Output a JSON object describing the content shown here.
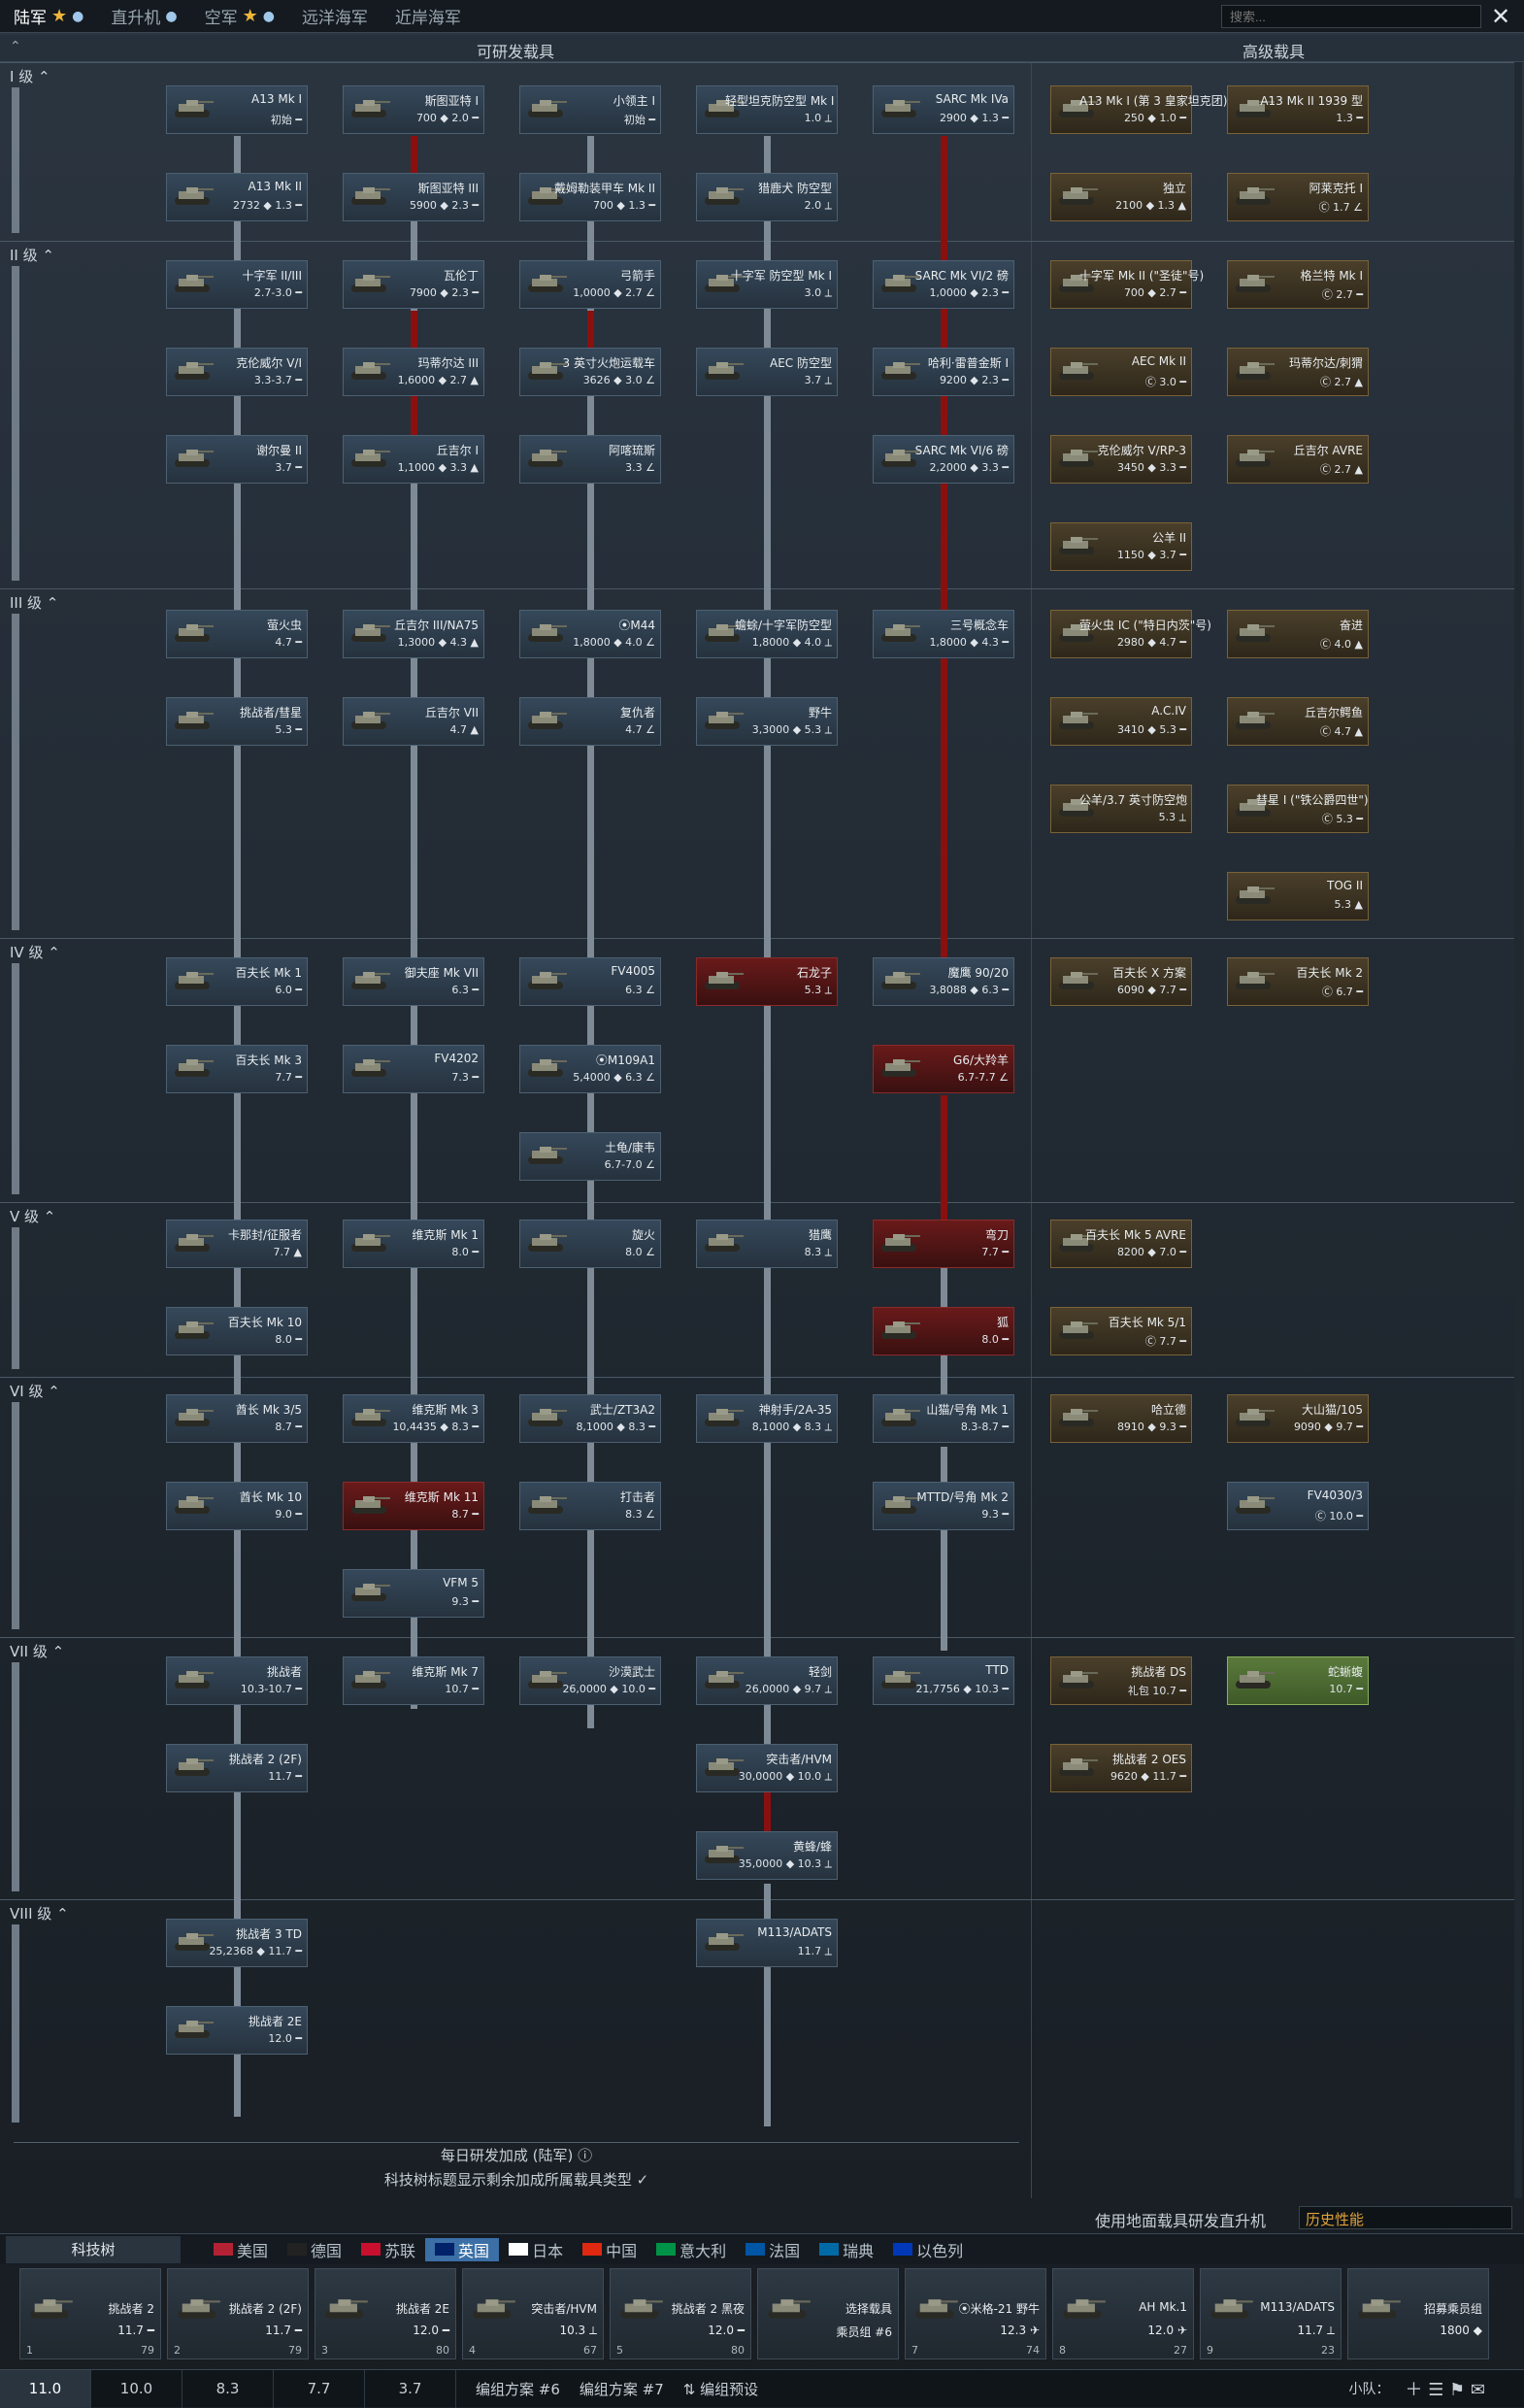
{
  "topnav": {
    "tabs": [
      "陆军",
      "直升机",
      "空军",
      "远洋海军",
      "近岸海军"
    ],
    "active": 0
  },
  "search": {
    "placeholder": "搜索..."
  },
  "headers": {
    "research": "可研发载具",
    "premium": "高级载具"
  },
  "ranks": [
    {
      "label": "I 级"
    },
    {
      "label": "II 级"
    },
    {
      "label": "III 级"
    },
    {
      "label": "IV 级"
    },
    {
      "label": "V 级"
    },
    {
      "label": "VI 级"
    },
    {
      "label": "VII 级"
    },
    {
      "label": "VIII 级"
    }
  ],
  "cards": [
    {
      "name": "A13 Mk I",
      "stats": "初始 ━",
      "type": "normal"
    },
    {
      "name": "斯图亚特 I",
      "stats": "700 ◆ 2.0 ━",
      "type": "normal"
    },
    {
      "name": "小领主 I",
      "stats": "初始 ━",
      "type": "normal"
    },
    {
      "name": "轻型坦克防空型 Mk I",
      "stats": "1.0 ⟂",
      "type": "normal"
    },
    {
      "name": "SARC Mk IVa",
      "stats": "2900 ◆ 1.3 ━",
      "type": "normal"
    },
    {
      "name": "A13 Mk II",
      "stats": "2732 ◆ 1.3 ━",
      "type": "normal"
    },
    {
      "name": "斯图亚特 III",
      "stats": "5900 ◆ 2.3 ━",
      "type": "normal"
    },
    {
      "name": "戴姆勒装甲车 Mk II",
      "stats": "700 ◆ 1.3 ━",
      "type": "normal"
    },
    {
      "name": "猎鹿犬 防空型",
      "stats": "2.0 ⟂",
      "type": "normal"
    },
    {
      "name": "十字军 II/III",
      "stats": "2.7-3.0 ━",
      "type": "normal"
    },
    {
      "name": "瓦伦丁",
      "stats": "7900 ◆ 2.3 ━",
      "type": "normal"
    },
    {
      "name": "弓箭手",
      "stats": "1,0000 ◆ 2.7 ∠",
      "type": "normal"
    },
    {
      "name": "十字军 防空型 Mk I",
      "stats": "3.0 ⟂",
      "type": "normal"
    },
    {
      "name": "SARC Mk VI/2 磅",
      "stats": "1,0000 ◆ 2.3 ━",
      "type": "normal"
    },
    {
      "name": "克伦威尔 V/I",
      "stats": "3.3-3.7 ━",
      "type": "normal"
    },
    {
      "name": "玛蒂尔达 III",
      "stats": "1,6000 ◆ 2.7 ▲",
      "type": "normal"
    },
    {
      "name": "3 英寸火炮运载车",
      "stats": "3626 ◆ 3.0 ∠",
      "type": "normal"
    },
    {
      "name": "AEC 防空型",
      "stats": "3.7 ⟂",
      "type": "normal"
    },
    {
      "name": "哈利·雷普金斯 I",
      "stats": "9200 ◆ 2.3 ━",
      "type": "normal"
    },
    {
      "name": "谢尔曼 II",
      "stats": "3.7 ━",
      "type": "normal"
    },
    {
      "name": "丘吉尔 I",
      "stats": "1,1000 ◆ 3.3 ▲",
      "type": "normal"
    },
    {
      "name": "阿喀琉斯",
      "stats": "3.3 ∠",
      "type": "normal"
    },
    {
      "name": "SARC Mk VI/6 磅",
      "stats": "2,2000 ◆ 3.3 ━",
      "type": "normal"
    },
    {
      "name": "萤火虫",
      "stats": "4.7 ━",
      "type": "normal"
    },
    {
      "name": "丘吉尔 III/NA75",
      "stats": "1,3000 ◆ 4.3 ▲",
      "type": "normal"
    },
    {
      "name": "⦿M44",
      "stats": "1,8000 ◆ 4.0 ∠",
      "type": "normal"
    },
    {
      "name": "蟾蜍/十字军防空型",
      "stats": "1,8000 ◆ 4.0 ⟂",
      "type": "normal"
    },
    {
      "name": "三号概念车",
      "stats": "1,8000 ◆ 4.3 ━",
      "type": "normal"
    },
    {
      "name": "挑战者/彗星",
      "stats": "5.3 ━",
      "type": "normal"
    },
    {
      "name": "丘吉尔 VII",
      "stats": "4.7 ▲",
      "type": "normal"
    },
    {
      "name": "复仇者",
      "stats": "4.7 ∠",
      "type": "normal"
    },
    {
      "name": "野牛",
      "stats": "3,3000 ◆ 5.3 ⟂",
      "type": "normal"
    },
    {
      "name": "百夫长 Mk 1",
      "stats": "6.0 ━",
      "type": "normal"
    },
    {
      "name": "御夫座 Mk VII",
      "stats": "6.3 ━",
      "type": "normal"
    },
    {
      "name": "FV4005",
      "stats": "6.3 ∠",
      "type": "normal"
    },
    {
      "name": "石龙子",
      "stats": "5.3 ⟂",
      "type": "lock"
    },
    {
      "name": "魔鹰 90/20",
      "stats": "3,8088 ◆ 6.3 ━",
      "type": "normal"
    },
    {
      "name": "百夫长 Mk 3",
      "stats": "7.7 ━",
      "type": "normal"
    },
    {
      "name": "FV4202",
      "stats": "7.3 ━",
      "type": "normal"
    },
    {
      "name": "⦿M109A1",
      "stats": "5,4000 ◆ 6.3 ∠",
      "type": "normal"
    },
    {
      "name": "G6/大羚羊",
      "stats": "6.7-7.7 ∠",
      "type": "lock"
    },
    {
      "name": "土龟/康韦",
      "stats": "6.7-7.0 ∠",
      "type": "normal"
    },
    {
      "name": "卡那封/征服者",
      "stats": "7.7 ▲",
      "type": "normal"
    },
    {
      "name": "维克斯 Mk 1",
      "stats": "8.0 ━",
      "type": "normal"
    },
    {
      "name": "旋火",
      "stats": "8.0 ∠",
      "type": "normal"
    },
    {
      "name": "猎鹰",
      "stats": "8.3 ⟂",
      "type": "normal"
    },
    {
      "name": "弯刀",
      "stats": "7.7 ━",
      "type": "lock"
    },
    {
      "name": "百夫长 Mk 10",
      "stats": "8.0 ━",
      "type": "normal"
    },
    {
      "name": "狐",
      "stats": "8.0 ━",
      "type": "lock"
    },
    {
      "name": "酋长 Mk 3/5",
      "stats": "8.7 ━",
      "type": "normal"
    },
    {
      "name": "维克斯 Mk 3",
      "stats": "10,4435 ◆ 8.3 ━",
      "type": "normal"
    },
    {
      "name": "武士/ZT3A2",
      "stats": "8,1000 ◆ 8.3 ━",
      "type": "normal"
    },
    {
      "name": "神射手/2A-35",
      "stats": "8,1000 ◆ 8.3 ⟂",
      "type": "normal"
    },
    {
      "name": "山猫/号角 Mk 1",
      "stats": "8.3-8.7 ━",
      "type": "normal"
    },
    {
      "name": "酋长 Mk 10",
      "stats": "9.0 ━",
      "type": "normal"
    },
    {
      "name": "维克斯 Mk 11",
      "stats": "8.7 ━",
      "type": "lock"
    },
    {
      "name": "打击者",
      "stats": "8.3 ∠",
      "type": "normal"
    },
    {
      "name": "MTTD/号角 Mk 2",
      "stats": "9.3 ━",
      "type": "normal"
    },
    {
      "name": "VFM 5",
      "stats": "9.3 ━",
      "type": "normal"
    },
    {
      "name": "挑战者",
      "stats": "10.3-10.7 ━",
      "type": "normal"
    },
    {
      "name": "维克斯 Mk 7",
      "stats": "10.7 ━",
      "type": "normal"
    },
    {
      "name": "沙漠武士",
      "stats": "26,0000 ◆ 10.0 ━",
      "type": "normal"
    },
    {
      "name": "轻剑",
      "stats": "26,0000 ◆ 9.7 ⟂",
      "type": "normal"
    },
    {
      "name": "TTD",
      "stats": "21,7756 ◆ 10.3 ━",
      "type": "normal"
    },
    {
      "name": "挑战者 2 (2F)",
      "stats": "11.7 ━",
      "type": "normal"
    },
    {
      "name": "突击者/HVM",
      "stats": "30,0000 ◆ 10.0 ⟂",
      "type": "normal"
    },
    {
      "name": "黄蜂/蜂",
      "stats": "35,0000 ◆ 10.3 ⟂",
      "type": "normal"
    },
    {
      "name": "挑战者 3 TD",
      "stats": "25,2368 ◆ 11.7 ━",
      "type": "normal"
    },
    {
      "name": "M113/ADATS",
      "stats": "11.7 ⟂",
      "type": "normal"
    },
    {
      "name": "挑战者 2E",
      "stats": "12.0 ━",
      "type": "normal"
    },
    {
      "name": "A13 Mk I (第 3 皇家坦克团)",
      "stats": "250 ◆ 1.0 ━",
      "type": "prem"
    },
    {
      "name": "A13 Mk II 1939 型",
      "stats": "1.3 ━",
      "type": "prem"
    },
    {
      "name": "独立",
      "stats": "2100 ◆ 1.3 ▲",
      "type": "prem"
    },
    {
      "name": "阿莱克托 I",
      "stats": "Ⓒ 1.7 ∠",
      "type": "prem"
    },
    {
      "name": "十字军 Mk II (\"圣徒\"号)",
      "stats": "700 ◆ 2.7 ━",
      "type": "prem"
    },
    {
      "name": "格兰特 Mk I",
      "stats": "Ⓒ 2.7 ━",
      "type": "prem"
    },
    {
      "name": "AEC Mk II",
      "stats": "Ⓒ 3.0 ━",
      "type": "prem"
    },
    {
      "name": "玛蒂尔达/刺猬",
      "stats": "Ⓒ 2.7 ▲",
      "type": "prem"
    },
    {
      "name": "克伦威尔 V/RP-3",
      "stats": "3450 ◆ 3.3 ━",
      "type": "prem"
    },
    {
      "name": "丘吉尔 AVRE",
      "stats": "Ⓒ 2.7 ▲",
      "type": "prem"
    },
    {
      "name": "公羊 II",
      "stats": "1150 ◆ 3.7 ━",
      "type": "prem"
    },
    {
      "name": "萤火虫 IC (\"特日内茨\"号)",
      "stats": "2980 ◆ 4.7 ━",
      "type": "prem"
    },
    {
      "name": "奋进",
      "stats": "Ⓒ 4.0 ▲",
      "type": "prem"
    },
    {
      "name": "A.C.IV",
      "stats": "3410 ◆ 5.3 ━",
      "type": "prem"
    },
    {
      "name": "丘吉尔鳄鱼",
      "stats": "Ⓒ 4.7 ▲",
      "type": "prem"
    },
    {
      "name": "公羊/3.7 英寸防空炮",
      "stats": "5.3 ⟂",
      "type": "prem"
    },
    {
      "name": "彗星 I (\"铁公爵四世\")",
      "stats": "Ⓒ 5.3 ━",
      "type": "prem"
    },
    {
      "name": "TOG II",
      "stats": "5.3 ▲",
      "type": "prem"
    },
    {
      "name": "百夫长 X 方案",
      "stats": "6090 ◆ 7.7 ━",
      "type": "prem"
    },
    {
      "name": "百夫长 Mk 2",
      "stats": "Ⓒ 6.7 ━",
      "type": "prem"
    },
    {
      "name": "百夫长 Mk 5 AVRE",
      "stats": "8200 ◆ 7.0 ━",
      "type": "prem"
    },
    {
      "name": "百夫长 Mk 5/1",
      "stats": "Ⓒ 7.7 ━",
      "type": "prem"
    },
    {
      "name": "哈立德",
      "stats": "8910 ◆ 9.3 ━",
      "type": "prem"
    },
    {
      "name": "大山猫/105",
      "stats": "9090 ◆ 9.7 ━",
      "type": "prem"
    },
    {
      "name": "FV4030/3",
      "stats": "Ⓒ 10.0 ━",
      "type": "normal"
    },
    {
      "name": "挑战者 DS",
      "stats": "礼包 10.7 ━",
      "type": "prem"
    },
    {
      "name": "蛇蜥蝮",
      "stats": "10.7 ━",
      "type": "green"
    },
    {
      "name": "挑战者 2 OES",
      "stats": "9620 ◆ 11.7 ━",
      "type": "prem"
    }
  ],
  "bonus": {
    "line1": "每日研发加成 (陆军) ⓘ",
    "line2": "科技树标题显示剩余加成所属载具类型 ✓"
  },
  "usage_label": "使用地面载具研发直升机",
  "history": "历史性能",
  "techtree_tab": "科技树",
  "nations": [
    "美国",
    "德国",
    "苏联",
    "英国",
    "日本",
    "中国",
    "意大利",
    "法国",
    "瑞典",
    "以色列"
  ],
  "active_nation": 3,
  "crew": [
    {
      "name": "挑战者 2",
      "br": "11.7 ━",
      "num": "1",
      "rp": "79"
    },
    {
      "name": "挑战者 2 (2F)",
      "br": "11.7 ━",
      "num": "2",
      "rp": "79"
    },
    {
      "name": "挑战者 2E",
      "br": "12.0 ━",
      "num": "3",
      "rp": "80"
    },
    {
      "name": "突击者/HVM",
      "br": "10.3 ⟂",
      "num": "4",
      "rp": "67"
    },
    {
      "name": "挑战者 2 黑夜",
      "br": "12.0 ━",
      "num": "5",
      "rp": "80"
    },
    {
      "name": "选择载具",
      "br": "乘员组 #6",
      "num": "",
      "rp": ""
    },
    {
      "name": "⦿米格-21 野牛",
      "br": "12.3 ✈",
      "num": "7",
      "rp": "74"
    },
    {
      "name": "AH Mk.1",
      "br": "12.0 ✈",
      "num": "8",
      "rp": "27"
    },
    {
      "name": "M113/ADATS",
      "br": "11.7 ⟂",
      "num": "9",
      "rp": "23"
    },
    {
      "name": "招募乘员组",
      "br": "1800 ◆",
      "num": "",
      "rp": ""
    }
  ],
  "br_tabs": [
    "11.0",
    "10.0",
    "8.3",
    "7.7",
    "3.7"
  ],
  "presets": [
    "编组方案 #6",
    "编组方案 #7",
    "⇅ 编组预设"
  ],
  "squad_label": "小队：",
  "colors": {
    "accent": "#3b6fa6",
    "gold": "#f0b63a",
    "lock": "#8a1010"
  }
}
